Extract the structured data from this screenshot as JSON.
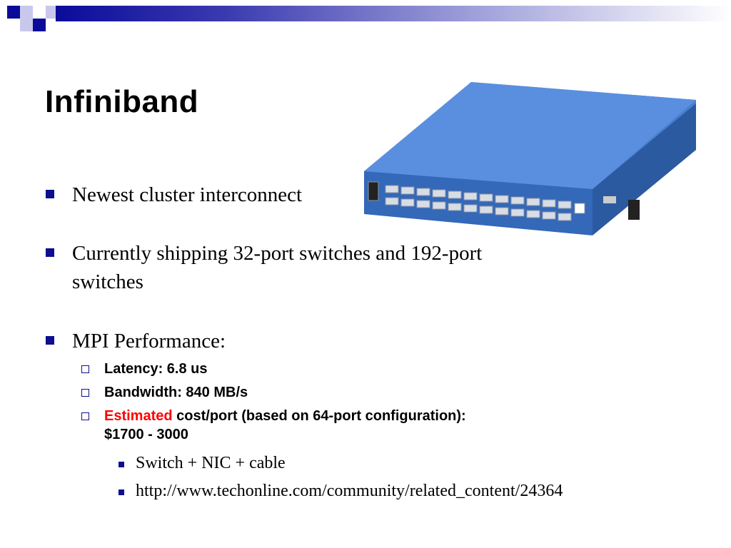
{
  "slide": {
    "title": "Infiniband",
    "bullets": [
      {
        "text": "Newest cluster interconnect"
      },
      {
        "text_line1": "Currently shipping 32-port switches and 192-port",
        "text_line2": "switches"
      },
      {
        "text": "MPI Performance:"
      }
    ],
    "sub_bullets": [
      {
        "text": "Latency: 6.8 us"
      },
      {
        "text": "Bandwidth: 840 MB/s"
      },
      {
        "highlight": "Estimated",
        "rest": " cost/port (based on 64-port configuration):",
        "line2": "$1700 - 3000"
      }
    ],
    "sub_sub_bullets": [
      {
        "text": "Switch + NIC + cable"
      },
      {
        "text": "http://www.techonline.com/community/related_content/24364"
      }
    ]
  },
  "colors": {
    "bullet_blue": "#0e0e8e",
    "highlight_red": "#ff0000",
    "device_blue": "#3f73c8"
  },
  "icons": [
    "square-bullet-icon",
    "hollow-square-bullet-icon",
    "switch-device-image"
  ]
}
